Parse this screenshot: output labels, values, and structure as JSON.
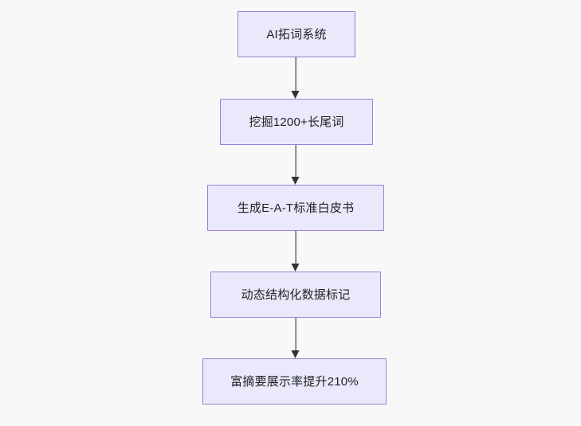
{
  "diagram": {
    "type": "flowchart",
    "direction": "top-to-bottom",
    "background_color": "#f8f8f8",
    "node_fill_color": "#e9e9fb",
    "node_border_color": "#9a7fd4",
    "node_text_color": "#1f2023",
    "edge_line_color": "#8a8a8a",
    "edge_arrow_color": "#333333",
    "nodes": [
      {
        "id": "n1",
        "label": "AI拓词系统"
      },
      {
        "id": "n2",
        "label": "挖掘1200+长尾词"
      },
      {
        "id": "n3",
        "label": "生成E-A-T标准白皮书"
      },
      {
        "id": "n4",
        "label": "动态结构化数据标记"
      },
      {
        "id": "n5",
        "label": "富摘要展示率提升210%"
      }
    ],
    "edges": [
      {
        "id": "e1",
        "from": "n1",
        "to": "n2",
        "arrow": "arrow-down-icon"
      },
      {
        "id": "e2",
        "from": "n2",
        "to": "n3",
        "arrow": "arrow-down-icon"
      },
      {
        "id": "e3",
        "from": "n3",
        "to": "n4",
        "arrow": "arrow-down-icon"
      },
      {
        "id": "e4",
        "from": "n4",
        "to": "n5",
        "arrow": "arrow-down-icon"
      }
    ]
  }
}
